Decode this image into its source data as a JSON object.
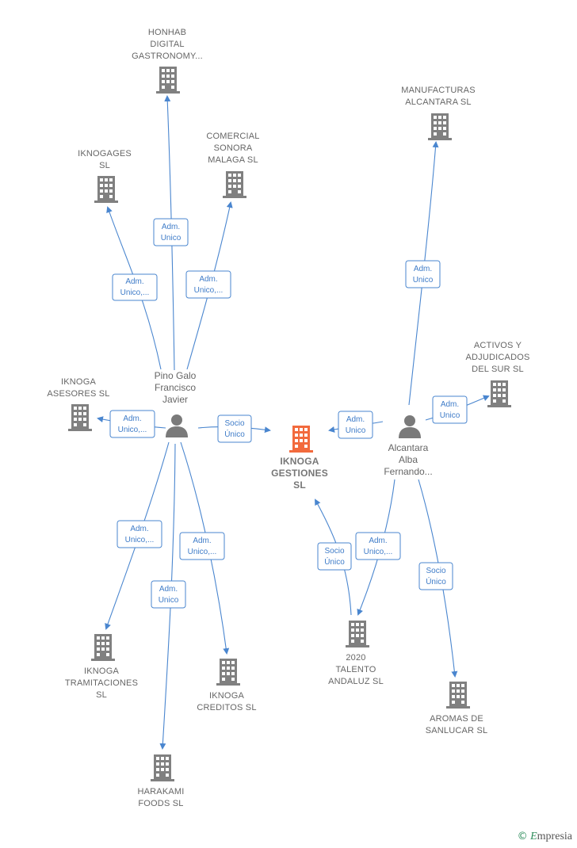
{
  "colors": {
    "edge": "#4a86cf",
    "company": "#808080",
    "focus": "#f26a3d",
    "person": "#7a7a7a"
  },
  "watermark": {
    "symbol": "©",
    "brand": "mpresia",
    "initial": "E"
  },
  "nodes": [
    {
      "id": "honhab",
      "type": "company",
      "label": [
        "HONHAB",
        "DIGITAL",
        "GASTRONOMY..."
      ]
    },
    {
      "id": "ikno_gages",
      "type": "company",
      "label": [
        "IKNOGAGES",
        "SL"
      ]
    },
    {
      "id": "comercial",
      "type": "company",
      "label": [
        "COMERCIAL",
        "SONORA",
        "MALAGA  SL"
      ]
    },
    {
      "id": "manufacturas",
      "type": "company",
      "label": [
        "MANUFACTURAS",
        "ALCANTARA SL"
      ]
    },
    {
      "id": "activos",
      "type": "company",
      "label": [
        "ACTIVOS Y",
        "ADJUDICADOS",
        "DEL SUR SL"
      ]
    },
    {
      "id": "asesores",
      "type": "company",
      "label": [
        "IKNOGA",
        "ASESORES SL"
      ]
    },
    {
      "id": "pino",
      "type": "person",
      "label": [
        "Pino Galo",
        "Francisco",
        "Javier"
      ]
    },
    {
      "id": "focus",
      "type": "focus",
      "label": [
        "IKNOGA",
        "GESTIONES",
        "SL"
      ]
    },
    {
      "id": "alcantara",
      "type": "person",
      "label": [
        "Alcantara",
        "Alba",
        "Fernando..."
      ]
    },
    {
      "id": "tramitaciones",
      "type": "company",
      "label": [
        "IKNOGA",
        "TRAMITACIONES",
        "SL"
      ]
    },
    {
      "id": "creditos",
      "type": "company",
      "label": [
        "IKNOGA",
        "CREDITOS  SL"
      ]
    },
    {
      "id": "harakami",
      "type": "company",
      "label": [
        "HARAKAMI",
        "FOODS  SL"
      ]
    },
    {
      "id": "talento",
      "type": "company",
      "label": [
        "2020",
        "TALENTO",
        "ANDALUZ  SL"
      ]
    },
    {
      "id": "aromas",
      "type": "company",
      "label": [
        "AROMAS DE",
        "SANLUCAR SL"
      ]
    }
  ],
  "edges": [
    {
      "id": "e-honhab",
      "label": [
        "Adm.",
        "Unico"
      ]
    },
    {
      "id": "e-iknogages",
      "label": [
        "Adm.",
        "Unico,..."
      ]
    },
    {
      "id": "e-comercial",
      "label": [
        "Adm.",
        "Unico,..."
      ]
    },
    {
      "id": "e-asesores",
      "label": [
        "Adm.",
        "Unico,..."
      ]
    },
    {
      "id": "e-pino-focus",
      "label": [
        "Socio",
        "Único"
      ]
    },
    {
      "id": "e-tramitaciones",
      "label": [
        "Adm.",
        "Unico,..."
      ]
    },
    {
      "id": "e-harakami",
      "label": [
        "Adm.",
        "Unico"
      ]
    },
    {
      "id": "e-creditos",
      "label": [
        "Adm.",
        "Unico,..."
      ]
    },
    {
      "id": "e-manufacturas",
      "label": [
        "Adm.",
        "Unico"
      ]
    },
    {
      "id": "e-activos",
      "label": [
        "Adm.",
        "Unico"
      ]
    },
    {
      "id": "e-alc-focus",
      "label": [
        "Adm.",
        "Unico"
      ]
    },
    {
      "id": "e-talento-focus",
      "label": [
        "Socio",
        "Único"
      ]
    },
    {
      "id": "e-alc-talento",
      "label": [
        "Adm.",
        "Unico,..."
      ]
    },
    {
      "id": "e-aromas",
      "label": [
        "Socio",
        "Único"
      ]
    }
  ]
}
